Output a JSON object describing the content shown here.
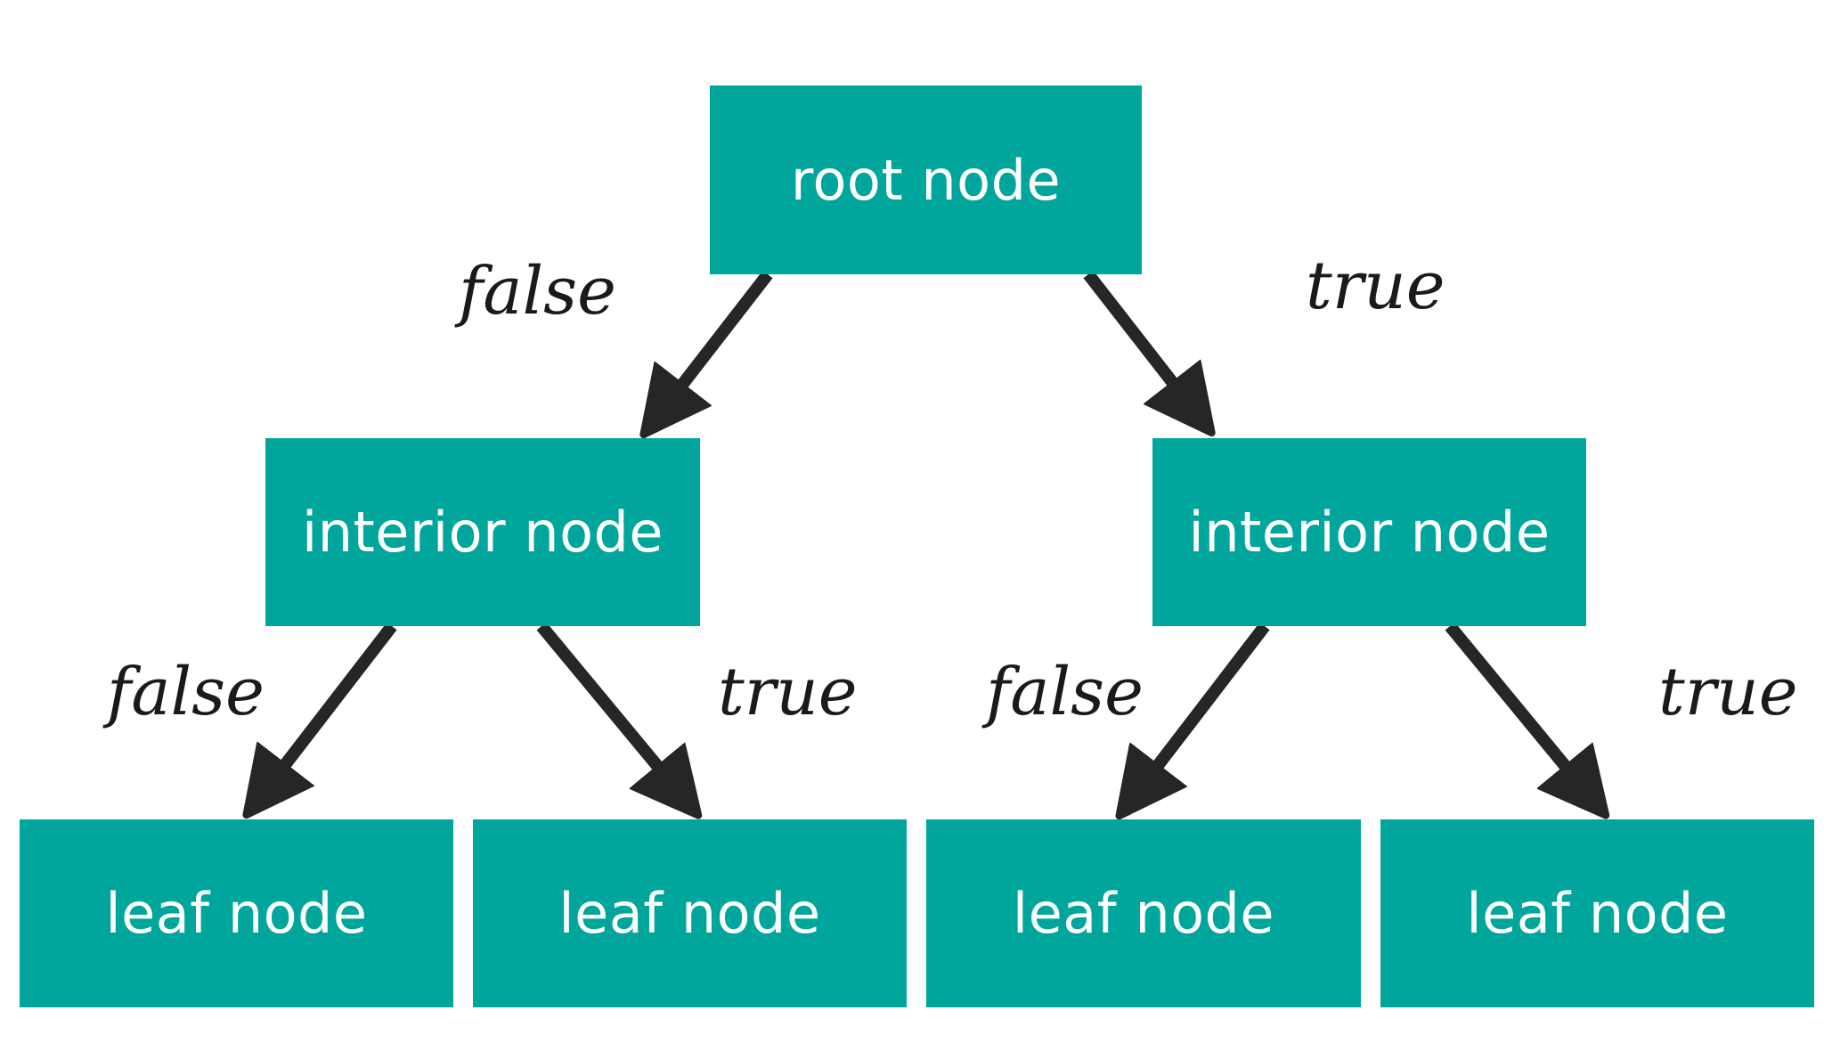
{
  "colors": {
    "node_fill": "#00a69b",
    "node_text": "#ffffff",
    "arrow": "#262626",
    "label_text": "#1a1a1a",
    "background": "#ffffff"
  },
  "nodes": {
    "root": "root node",
    "interior_left": "interior node",
    "interior_right": "interior node",
    "leaves": [
      "leaf node",
      "leaf node",
      "leaf node",
      "leaf node"
    ]
  },
  "edges": {
    "root_left": "false",
    "root_right": "true",
    "interior_left_left": "false",
    "interior_left_right": "true",
    "interior_right_left": "false",
    "interior_right_right": "true"
  }
}
